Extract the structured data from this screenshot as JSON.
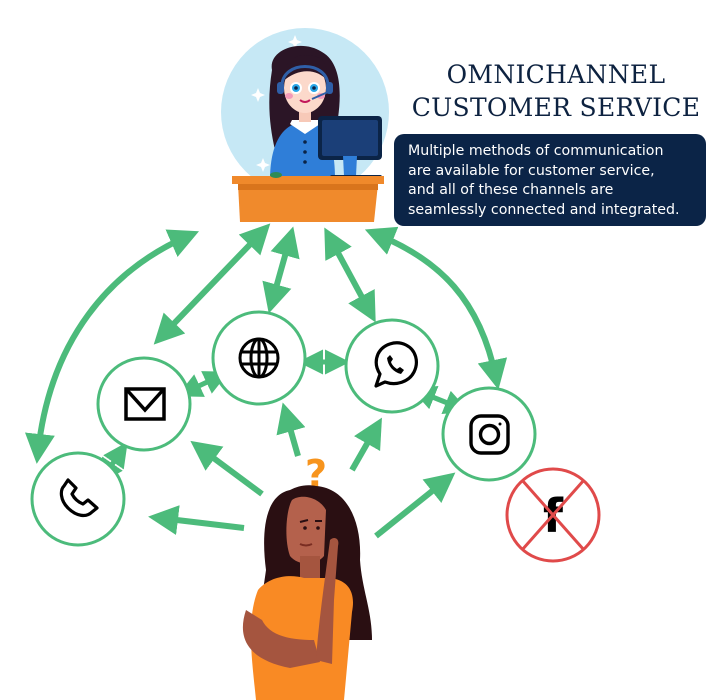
{
  "title": {
    "line1": "OMNICHANNEL",
    "line2": "CUSTOMER SERVICE"
  },
  "description": {
    "lines": [
      "Multiple methods of communication",
      "are available for customer service,",
      "and all of these channels are",
      "seamlessly connected and integrated."
    ]
  },
  "hub": {
    "name": "customer service agent",
    "icon": "agent-at-desk-icon"
  },
  "customer": {
    "name": "customer",
    "icon": "thinking-woman-icon",
    "symbol": "?"
  },
  "channels": [
    {
      "name": "phone",
      "icon": "phone-icon",
      "status": "connected"
    },
    {
      "name": "email",
      "icon": "envelope-icon",
      "status": "connected"
    },
    {
      "name": "web",
      "icon": "globe-icon",
      "status": "connected"
    },
    {
      "name": "whatsapp",
      "icon": "whatsapp-icon",
      "status": "connected"
    },
    {
      "name": "instagram",
      "icon": "instagram-icon",
      "status": "connected"
    },
    {
      "name": "facebook",
      "icon": "facebook-icon",
      "status": "excluded"
    }
  ],
  "colors": {
    "arrow": "#4cbb7b",
    "title": "#0d2240",
    "info_box": "#0b2447",
    "excluded": "#e04a4a",
    "desk": "#f0892b",
    "shirt": "#f98a24"
  }
}
